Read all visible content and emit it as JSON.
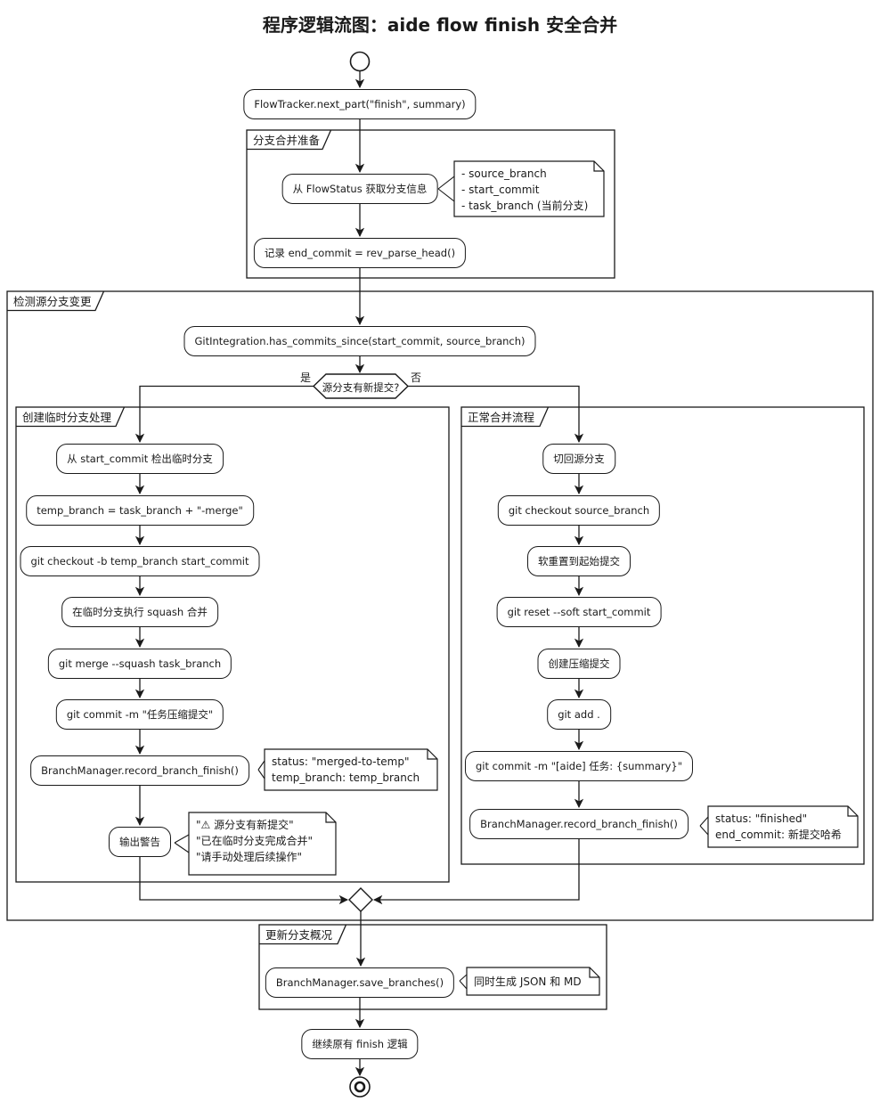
{
  "title": "程序逻辑流图：aide flow finish 安全合并",
  "style": {
    "ink": "#1a1a1a",
    "background": "#ffffff"
  },
  "frames": {
    "prepare": {
      "label": "分支合并准备"
    },
    "detect": {
      "label": "检测源分支变更"
    },
    "temp": {
      "label": "创建临时分支处理"
    },
    "normal": {
      "label": "正常合并流程"
    },
    "update": {
      "label": "更新分支概况"
    }
  },
  "activities": {
    "next_part": "FlowTracker.next_part(\"finish\", summary)",
    "get_branch_info": "从 FlowStatus 获取分支信息",
    "record_end": "记录 end_commit = rev_parse_head()",
    "has_commits": "GitIntegration.has_commits_since(start_commit, source_branch)",
    "checkout_temp_cn": "从 start_commit 检出临时分支",
    "temp_assign": "temp_branch = task_branch + \"-merge\"",
    "git_checkout_b": "git checkout -b temp_branch start_commit",
    "squash_cn": "在临时分支执行 squash 合并",
    "git_merge_squash": "git merge --squash task_branch",
    "git_commit_task": "git commit -m \"任务压缩提交\"",
    "record_finish_left": "BranchManager.record_branch_finish()",
    "warn": "输出警告",
    "switch_back_cn": "切回源分支",
    "git_checkout_source": "git checkout source_branch",
    "soft_reset_cn": "软重置到起始提交",
    "git_reset_soft": "git reset --soft start_commit",
    "create_commit_cn": "创建压缩提交",
    "git_add": "git add .",
    "git_commit_aide": "git commit -m \"[aide] 任务: {summary}\"",
    "record_finish_right": "BranchManager.record_branch_finish()",
    "save_branches": "BranchManager.save_branches()",
    "continue_finish": "继续原有 finish 逻辑"
  },
  "decision": {
    "question": "源分支有新提交?",
    "yes_label": "是",
    "no_label": "否"
  },
  "notes": {
    "branch_info": [
      "- source_branch",
      "- start_commit",
      "- task_branch (当前分支)"
    ],
    "merged_to_temp": [
      "status: \"merged-to-temp\"",
      "temp_branch: temp_branch"
    ],
    "warning": [
      "\"⚠ 源分支有新提交\"",
      "\"已在临时分支完成合并\"",
      "\"请手动处理后续操作\""
    ],
    "finished": [
      "status: \"finished\"",
      "end_commit: 新提交哈希"
    ],
    "save_note": "同时生成 JSON 和 MD"
  }
}
